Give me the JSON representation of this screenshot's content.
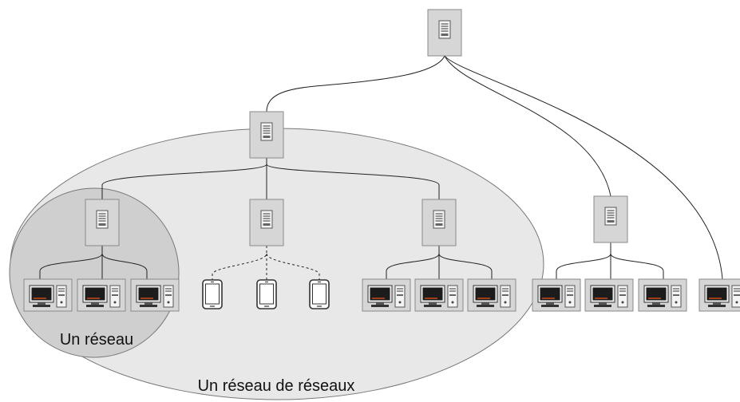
{
  "labels": {
    "inner_network": "Un réseau",
    "outer_network": "Un réseau de réseaux"
  },
  "colors": {
    "outer_ellipse_fill": "#e8e8e8",
    "inner_circle_fill": "#cfcfcf",
    "node_box_fill": "#d6d6d6",
    "link_stroke": "#222222"
  },
  "nodes": {
    "root": {
      "icon": "server-icon"
    },
    "network_hub": {
      "icon": "server-icon"
    },
    "routers": [
      {
        "id": "router-1",
        "icon": "server-icon"
      },
      {
        "id": "router-2",
        "icon": "server-icon"
      },
      {
        "id": "router-3",
        "icon": "server-icon"
      },
      {
        "id": "router-4",
        "icon": "server-icon"
      }
    ],
    "endpoints": [
      {
        "parent": "router-1",
        "icon": "desktop-computer-icon",
        "link": "wired"
      },
      {
        "parent": "router-1",
        "icon": "desktop-computer-icon",
        "link": "wired"
      },
      {
        "parent": "router-1",
        "icon": "desktop-computer-icon",
        "link": "wired"
      },
      {
        "parent": "router-2",
        "icon": "tablet-icon",
        "link": "wireless"
      },
      {
        "parent": "router-2",
        "icon": "tablet-icon",
        "link": "wireless"
      },
      {
        "parent": "router-2",
        "icon": "tablet-icon",
        "link": "wireless"
      },
      {
        "parent": "router-3",
        "icon": "desktop-computer-icon",
        "link": "wired"
      },
      {
        "parent": "router-3",
        "icon": "desktop-computer-icon",
        "link": "wired"
      },
      {
        "parent": "router-3",
        "icon": "desktop-computer-icon",
        "link": "wired"
      },
      {
        "parent": "router-4",
        "icon": "desktop-computer-icon",
        "link": "wired"
      },
      {
        "parent": "router-4",
        "icon": "desktop-computer-icon",
        "link": "wired"
      },
      {
        "parent": "router-4",
        "icon": "desktop-computer-icon",
        "link": "wired"
      },
      {
        "parent": "root",
        "icon": "desktop-computer-icon",
        "link": "wired"
      }
    ]
  }
}
